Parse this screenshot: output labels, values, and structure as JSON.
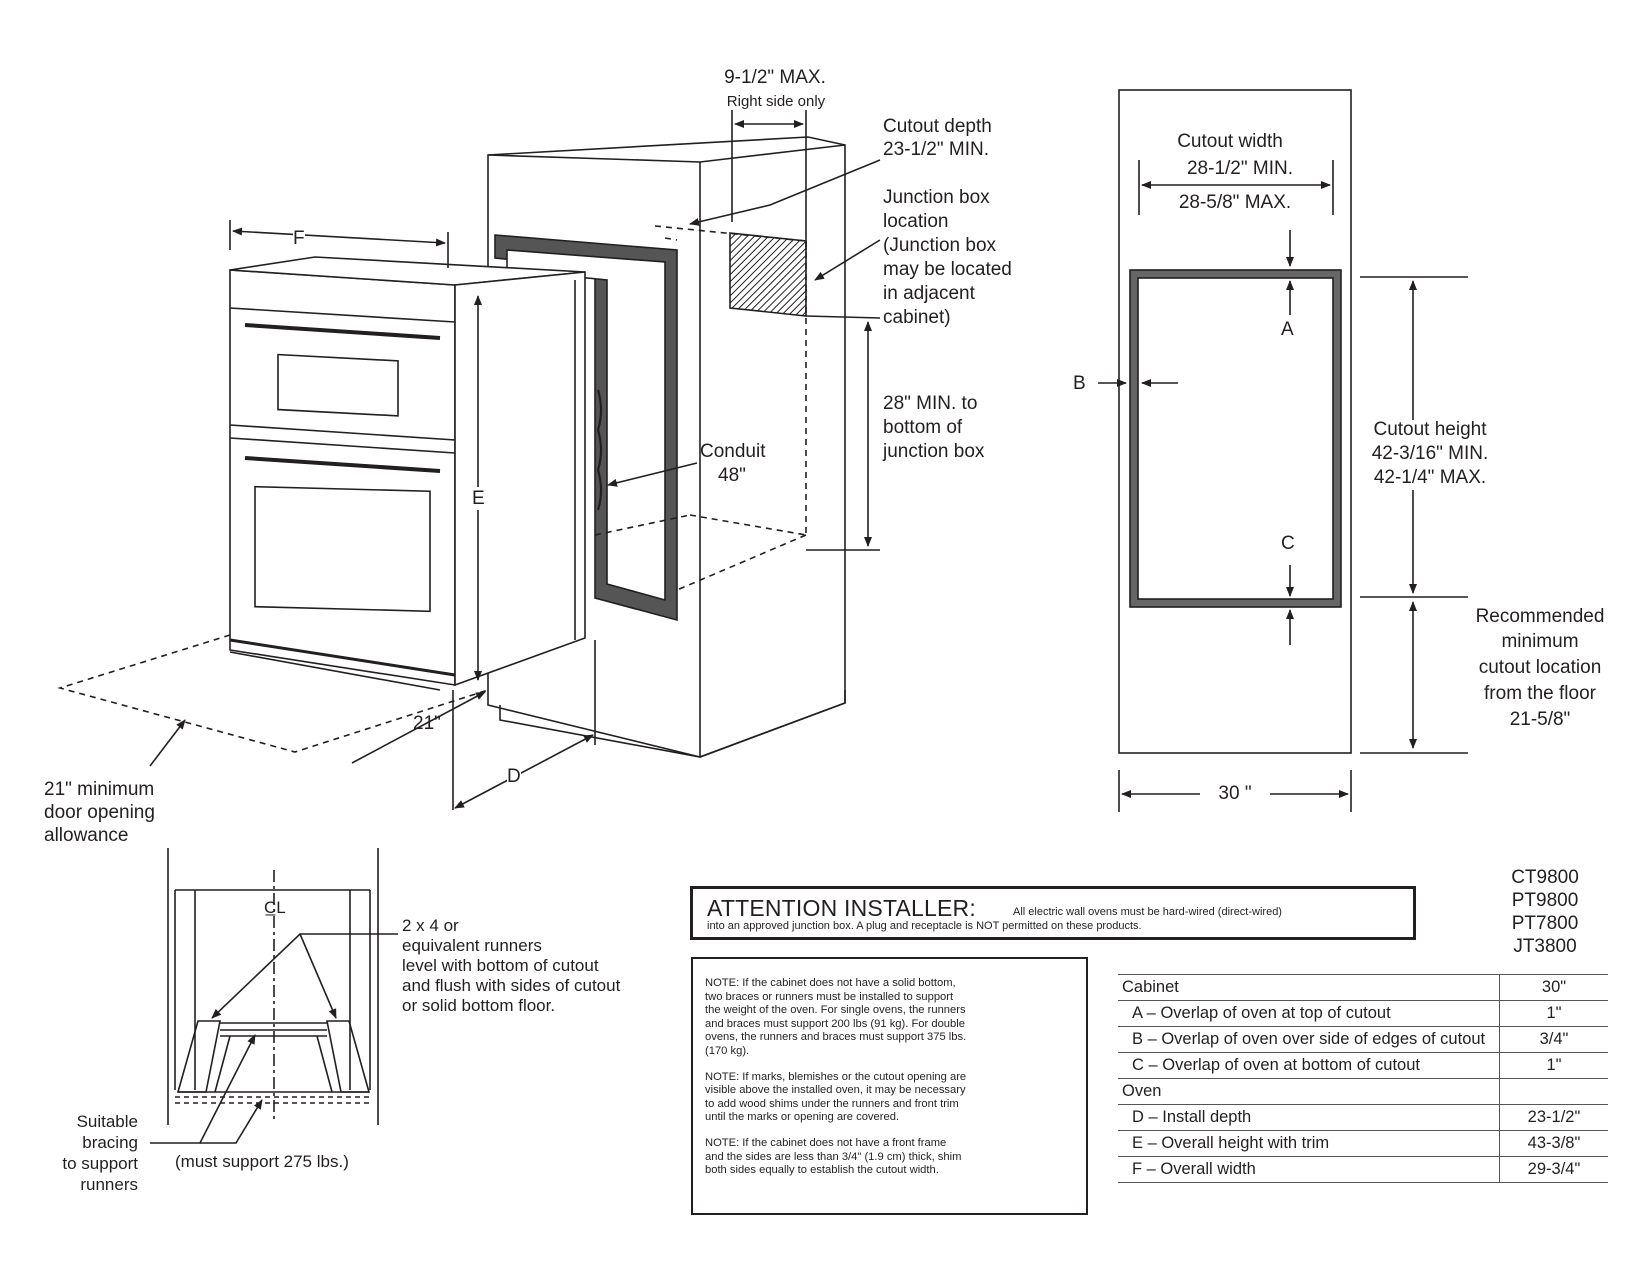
{
  "oven_diagram": {
    "right_side_label_1": "9-1/2\" MAX.",
    "right_side_label_2": "Right side only",
    "cutout_depth_1": "Cutout depth",
    "cutout_depth_2": "23-1/2\" MIN.",
    "junction_box": [
      "Junction box",
      "location",
      "(Junction box",
      "may be located",
      "in adjacent",
      "cabinet)"
    ],
    "min_to_junction": [
      "28\" MIN. to",
      "bottom of",
      "junction box"
    ],
    "conduit_1": "Conduit",
    "conduit_2": "48\"",
    "letter_f": "F",
    "letter_e": "E",
    "letter_d": "D",
    "door_clearance": "21\"",
    "door_allowance": [
      "21\" minimum",
      "door opening",
      "allowance"
    ]
  },
  "cutout_diagram": {
    "width_1": "Cutout width",
    "width_2": "28-1/2\" MIN.",
    "width_3": "28-5/8\" MAX.",
    "letter_a": "A",
    "letter_b": "B",
    "letter_c": "C",
    "height": [
      "Cutout height",
      "42-3/16\" MIN.",
      "42-1/4\" MAX."
    ],
    "floor": [
      "Recommended",
      "minimum",
      "cutout location",
      "from the floor",
      "21-5/8\""
    ],
    "total_width": "30 \""
  },
  "runner_diagram": {
    "centerline": "C̲L",
    "runners": [
      "2 x 4 or",
      "equivalent runners",
      "level with bottom of cutout",
      "and flush with sides of cutout",
      "or solid bottom floor."
    ],
    "bracing": [
      "Suitable",
      "bracing",
      "to support",
      "runners"
    ],
    "support": "(must support 275 lbs.)"
  },
  "attention": {
    "title": "ATTENTION INSTALLER:",
    "line1": "All electric wall ovens must be hard-wired (direct-wired)",
    "line2": "into an approved junction box. A plug and receptacle is NOT permitted on these products."
  },
  "models": [
    "CT9800",
    "PT9800",
    "PT7800",
    "JT3800"
  ],
  "notes": [
    "NOTE: If the cabinet does not have a solid bottom,\ntwo braces or runners must be installed to support\nthe weight of the oven. For single ovens, the runners\nand braces must support 200 lbs (91 kg). For double\novens, the runners and braces must support 375 lbs.\n(170 kg).",
    "NOTE: If marks, blemishes or the cutout opening are\nvisible above the installed oven, it may be necessary\nto add wood shims under the runners and front trim\nuntil the marks or opening are covered.",
    "NOTE: If the cabinet does not have a front frame\nand the sides are less than 3/4\" (1.9 cm) thick, shim\nboth sides equally to establish the cutout width."
  ],
  "table": [
    {
      "label": "Cabinet",
      "value": "30\""
    },
    {
      "label": "A – Overlap of oven at top of cutout",
      "value": "1\""
    },
    {
      "label": "B – Overlap of oven over side of edges of cutout",
      "value": "3/4\""
    },
    {
      "label": "C – Overlap of oven at bottom of cutout",
      "value": "1\""
    },
    {
      "label": "Oven",
      "value": ""
    },
    {
      "label": "D – Install depth",
      "value": "23-1/2\""
    },
    {
      "label": "E – Overall height with trim",
      "value": "43-3/8\""
    },
    {
      "label": "F – Overall width",
      "value": "29-3/4\""
    }
  ]
}
